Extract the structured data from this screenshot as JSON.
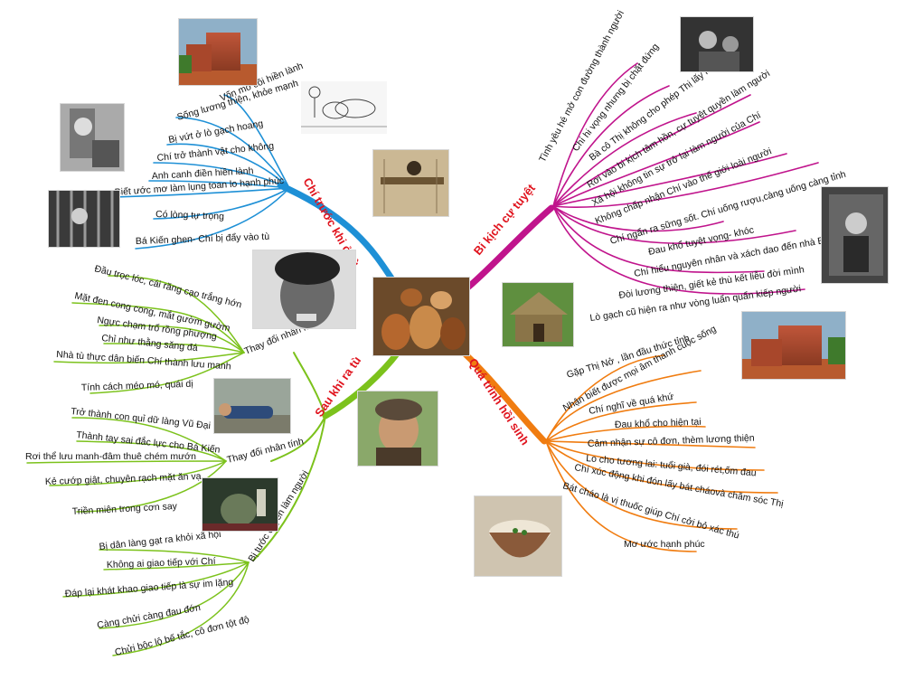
{
  "center": {
    "image": "pottery-center-photo"
  },
  "branches": {
    "top_left": {
      "title": "Chí trước khi ở tù",
      "color": "#1e90d6",
      "items": [
        "Vốn mồ côi hiền lành",
        "Sống lương thiện, khỏe mạnh",
        "Bị vứt ở lò gạch hoang",
        "Chí trở thành vật cho không",
        "Anh canh điền hiền lành",
        "Biết ước mơ làm lụng toan lo hạnh phúc",
        "Có lòng tự trọng",
        "Bá Kiến ghen- Chí bị đẩy vào tù"
      ]
    },
    "top_right": {
      "title": "Bi kịch cự tuyệt",
      "color": "#c0148c",
      "items": [
        "Tình yêu hé mở con đường thành người",
        "Chí hi vọng nhưng bị chặt đứng",
        "Bà cô Thị không cho phép Thị lấy hắn",
        "Rơi vào bi kịch tâm hồn, cự tuyệt quyền làm người",
        "Xã hội không tin sự trở lại làm người của Chí",
        "Không chấp nhận Chí vào thế giới loài người",
        "Chí ngẩn ra sững sốt. Chí uống rượu,càng uống càng tỉnh",
        "Đau khổ tuyệt vọng- khóc",
        "Chí hiểu nguyên nhân và xách dao đến nhà Bá Kiến",
        "Đòi lương thiện, giết kẻ thù kết liễu đời mình",
        "Lò gạch cũ hiện ra như vòng luẩn quẩn kiếp người"
      ]
    },
    "bottom_left": {
      "title": "Sau khi ra tù",
      "color": "#7cc21c",
      "sub1": {
        "label": "Thay đổi nhân hình",
        "items": [
          "Đầu trọc lóc, cái răng cạo trắng hớn",
          "Mặt đen cong cong, mắt gườm gườm",
          "Ngực chạm trổ rồng phượng",
          "Chỉ như thằng săng đá",
          "Nhà tù thực dân biến Chí thành lưu manh",
          "Tính cách méo mó, quái dị"
        ]
      },
      "sub2": {
        "label": "Thay đổi nhân tính",
        "items": [
          "Trở thành con quỉ dữ làng Vũ Đại",
          "Thành tay sai đắc lực cho Bá Kiến",
          "Rơi thể lưu manh-đâm thuê chém mướn",
          "Kẻ cướp giật, chuyên rạch mặt ăn vạ",
          "Triền miên trong cơn say"
        ]
      },
      "sub3": {
        "label": "Bị tước quyền làm người",
        "items": [
          "Bị dân làng gạt ra khỏi xã hội",
          "Không ai giao tiếp với Chí",
          "Đáp lại khát khao giao tiếp là sự im lặng",
          "Càng chửi càng đau đớn",
          "Chửi bộc lộ bế tắc, cô đơn tột độ"
        ]
      }
    },
    "bottom_right": {
      "title": "Quá trình hồi sinh",
      "color": "#f07c10",
      "items": [
        "Gặp Thị Nở , lần đầu thức tỉnh",
        "Nhận biết được mọi âm thanh cuộc sống",
        "Chí nghĩ về quá khứ",
        "Đau khổ cho hiện tại",
        "Cảm nhận sự cô đơn, thèm lương thiện",
        "Lo cho tương lai: tuổi già, đói rét,ốm đau",
        "Chí xúc động khi đón lấy bát cháovà chăm sóc Thị",
        "Bát cháo là vị thuốc giúp Chí cởi bỏ xác thú",
        "Mơ ước hạnh phúc"
      ]
    }
  }
}
